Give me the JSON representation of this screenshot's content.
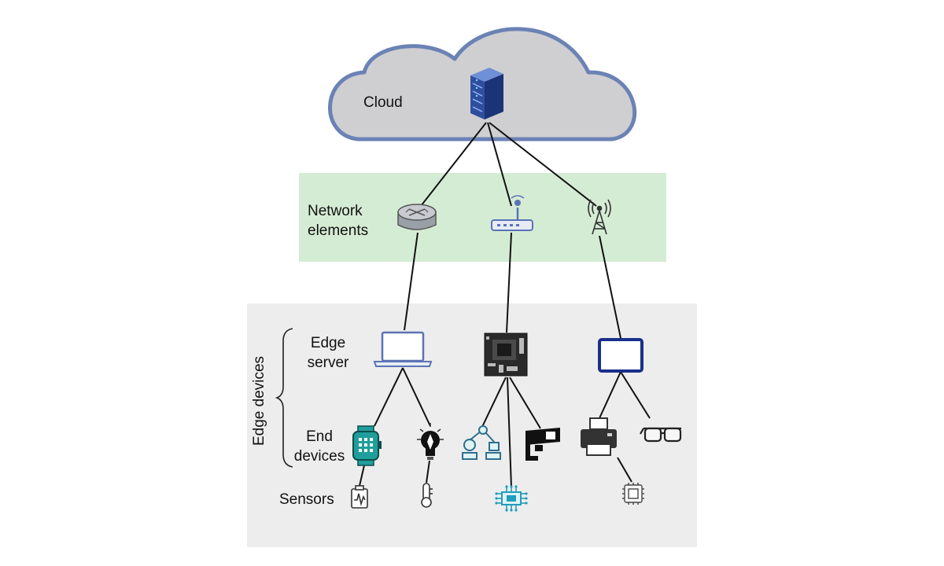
{
  "labels": {
    "cloud": "Cloud",
    "network_line1": "Network",
    "network_line2": "elements",
    "edge_devices": "Edge devices",
    "edge_server_line1": "Edge",
    "edge_server_line2": "server",
    "end_devices_line1": "End",
    "end_devices_line2": "devices",
    "sensors": "Sensors"
  },
  "colors": {
    "cloud_fill": "#cfcfd1",
    "cloud_outline": "#6b82b5",
    "network_band": "#d5ecd4",
    "edge_panel": "#ededed",
    "link": "#111111",
    "server_blue": "#2f4f9e",
    "teal": "#1f9e9b",
    "tablet_blue": "#1a2f8a"
  },
  "icons": [
    "server-rack-icon",
    "router-icon",
    "wifi-router-icon",
    "cell-tower-icon",
    "laptop-icon",
    "dev-board-icon",
    "tablet-icon",
    "smartwatch-icon",
    "smart-bulb-icon",
    "robot-arm-icon",
    "security-camera-icon",
    "printer-icon",
    "smart-glasses-icon",
    "ecg-sensor-icon",
    "thermometer-icon",
    "chip-icon"
  ]
}
